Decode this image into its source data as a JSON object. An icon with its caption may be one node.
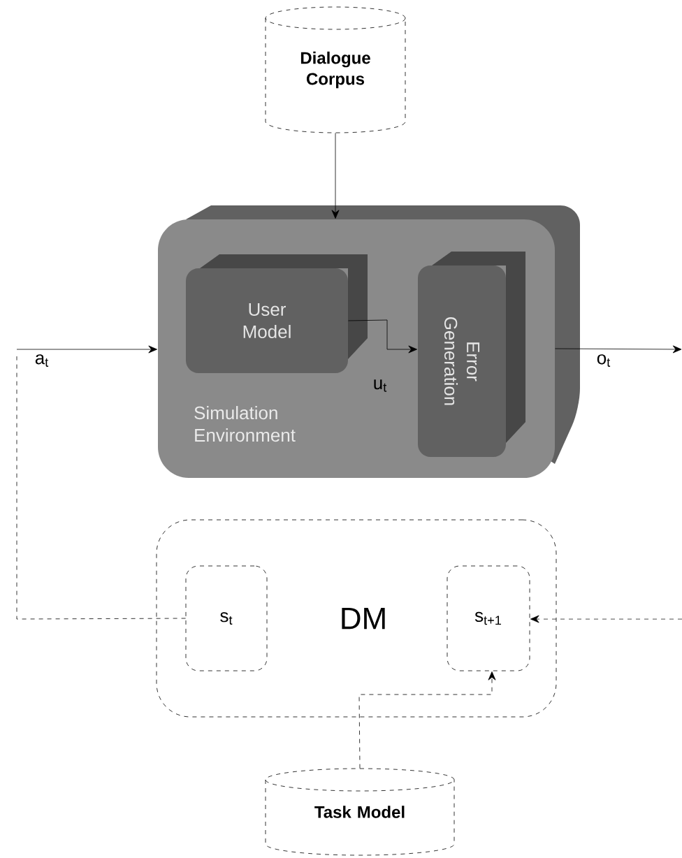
{
  "diagram": {
    "nodes": [
      {
        "text": [
          "Dialogue Corpus"
        ]
      },
      {
        "text": [
          "Simulation Environment"
        ]
      },
      {
        "text": [
          "User Model"
        ],
        "in": 1
      },
      {
        "text": [
          "Error Generation"
        ],
        "in": 1
      },
      {
        "text": [
          "DM"
        ]
      },
      {
        "text": [
          "s$_{t}$"
        ],
        "in": 4
      },
      {
        "text": [
          "s$_{t+1}$"
        ],
        "in": 4
      },
      {
        "text": [
          "Task Model"
        ]
      }
    ],
    "edges": [
      {
        "from": 0,
        "to": 1,
        "arrow": "to"
      },
      {
        "from": 5,
        "to": 1,
        "arrow": "to",
        "label": "a$_{t}$",
        "style": "dashed"
      },
      {
        "from": 2,
        "to": 3,
        "arrow": "to",
        "label": "u$_{t}$"
      },
      {
        "from": 1,
        "to": null,
        "arrow": "to",
        "label": "o$_{t}$"
      },
      {
        "from": null,
        "to": 6,
        "arrow": "to",
        "style": "dashed"
      },
      {
        "from": 7,
        "to": 6,
        "arrow": "to",
        "style": "dashed"
      }
    ]
  }
}
